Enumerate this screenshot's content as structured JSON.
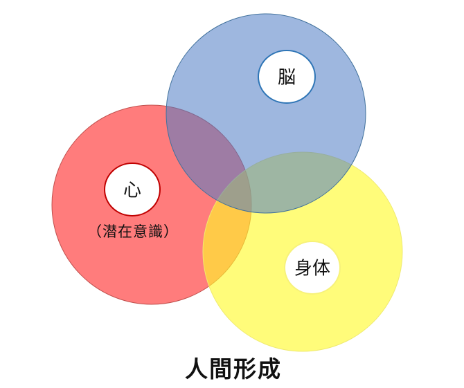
{
  "diagram": {
    "title": "人間形成",
    "circles": [
      {
        "id": "kokoro",
        "label": "心",
        "sublabel": "（潜在意識）",
        "fill": "#FF3B3B",
        "stroke": "#C0504D",
        "inner_stroke": "#C00000"
      },
      {
        "id": "nou",
        "label": "脳",
        "fill": "#4F7EC5",
        "stroke": "#2F5597",
        "inner_stroke": "#2E75B6"
      },
      {
        "id": "shintai",
        "label": "身体",
        "fill": "#FFFB00",
        "stroke": "#F2EE6A",
        "inner_stroke": "#F5F07A"
      }
    ]
  }
}
